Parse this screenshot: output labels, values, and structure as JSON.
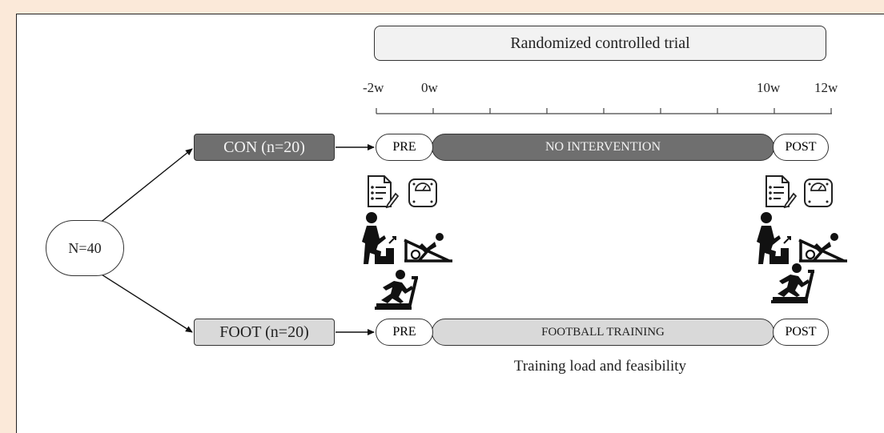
{
  "title": "Randomized controlled trial",
  "timeline": {
    "labels": [
      "-2w",
      "0w",
      "10w",
      "12w"
    ]
  },
  "total": "N=40",
  "groups": {
    "con": {
      "label": "CON (n=20)",
      "pre": "PRE",
      "intervention": "NO INTERVENTION",
      "post": "POST"
    },
    "foot": {
      "label": "FOOT (n=20)",
      "pre": "PRE",
      "intervention": "FOOTBALL TRAINING",
      "post": "POST"
    }
  },
  "footnote": "Training load and feasibility",
  "icons": [
    "questionnaire-icon",
    "scale-icon",
    "stair-climb-icon",
    "rowing-machine-icon",
    "treadmill-icon"
  ],
  "colors": {
    "con": "#6f6f6f",
    "foot": "#d9d9d9",
    "background": "#fbe9d9"
  }
}
